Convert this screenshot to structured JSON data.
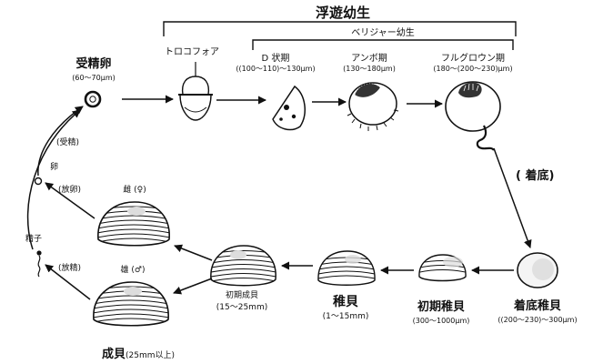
{
  "stage_group": {
    "planktonic_larva": "浮遊幼生",
    "veliger_larva": "ベリジャー幼生"
  },
  "stages": {
    "fertilized_egg": {
      "name": "受精卵",
      "size": "(60〜70μm)"
    },
    "trochophore": {
      "name": "トロコフォア"
    },
    "d_shaped": {
      "name": "D 状期",
      "size": "((100〜110)〜130μm)"
    },
    "umbo": {
      "name": "アンボ期",
      "size": "(130〜180μm)"
    },
    "pediveliger": {
      "name": "フルグロウン期",
      "size": "(180〜(200〜230)μm)"
    },
    "settled_spat": {
      "name": "着底稚貝",
      "size": "((200〜230)〜300μm)"
    },
    "early_juvenile": {
      "name": "初期稚貝",
      "size": "(300〜1000μm)"
    },
    "juvenile": {
      "name": "稚貝",
      "size": "(1〜15mm)"
    },
    "early_adult": {
      "name": "初期成貝",
      "size": "(15〜25mm)"
    },
    "adult": {
      "name": "成貝",
      "size": "(25mm以上)"
    },
    "female": {
      "name": "雌 (♀)"
    },
    "male": {
      "name": "雄 (♂)"
    }
  },
  "transitions": {
    "settlement": "( 着底)",
    "fertilization": "(受精)",
    "spawning_eggs": "(放卵)",
    "spawning_sperm": "(放精)"
  },
  "gametes": {
    "egg": "卵",
    "sperm": "精子"
  }
}
